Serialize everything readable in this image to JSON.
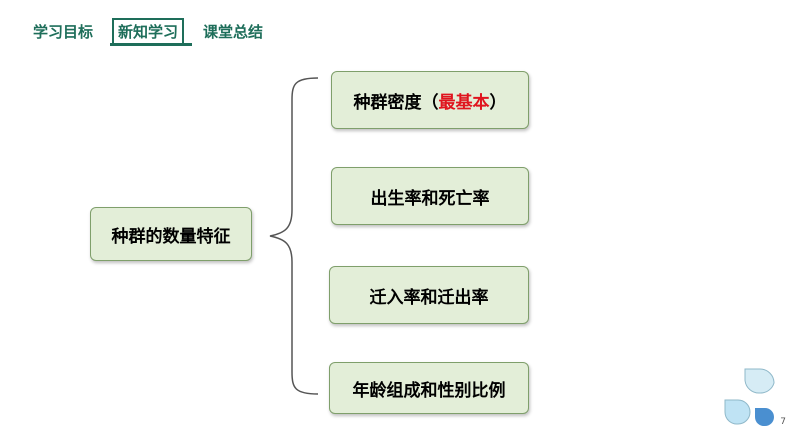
{
  "nav": {
    "items": [
      "学习目标",
      "新知学习",
      "课堂总结"
    ]
  },
  "root": {
    "label": "种群的数量特征"
  },
  "branches": [
    {
      "prefix": "种群密度（",
      "highlight": "最基本",
      "suffix": "）"
    },
    {
      "label": "出生率和死亡率"
    },
    {
      "label": "迁入率和迁出率"
    },
    {
      "label": "年龄组成和性别比例"
    }
  ],
  "colors": {
    "accent": "#1e6e5a",
    "box_fill": "#e3eed8",
    "box_border": "#7f9f6b",
    "highlight": "#e0141e",
    "drop_light": "#d6ecf5",
    "drop_dark": "#4a8fd0"
  },
  "footer": {
    "page_number": "7"
  }
}
